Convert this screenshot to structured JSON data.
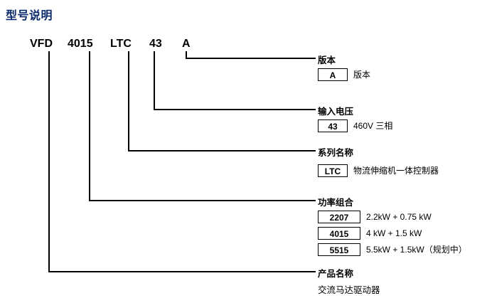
{
  "title": "型号说明",
  "model_code": {
    "parts": [
      {
        "text": "VFD",
        "name": "code-vfd"
      },
      {
        "text": "4015",
        "name": "code-4015"
      },
      {
        "text": "LTC",
        "name": "code-ltc"
      },
      {
        "text": "43",
        "name": "code-43"
      },
      {
        "text": "A",
        "name": "code-a"
      }
    ]
  },
  "sections": {
    "version": {
      "heading": "版本",
      "rows": [
        {
          "code": "A",
          "desc": "版本"
        }
      ]
    },
    "input_voltage": {
      "heading": "输入电压",
      "rows": [
        {
          "code": "43",
          "desc": "460V 三相"
        }
      ]
    },
    "series_name": {
      "heading": "系列名称",
      "rows": [
        {
          "code": "LTC",
          "desc": "物流伸缩机一体控制器"
        }
      ]
    },
    "power_combo": {
      "heading": "功率组合",
      "rows": [
        {
          "code": "2207",
          "desc": "2.2kW + 0.75 kW"
        },
        {
          "code": "4015",
          "desc": "4 kW + 1.5 kW"
        },
        {
          "code": "5515",
          "desc": "5.5kW + 1.5kW（规划中）"
        }
      ]
    },
    "product_name": {
      "heading": "产品名称",
      "desc": "交流马达驱动器"
    }
  },
  "colors": {
    "title": "#0a2a6b",
    "line": "#000000",
    "background": "#ffffff"
  }
}
